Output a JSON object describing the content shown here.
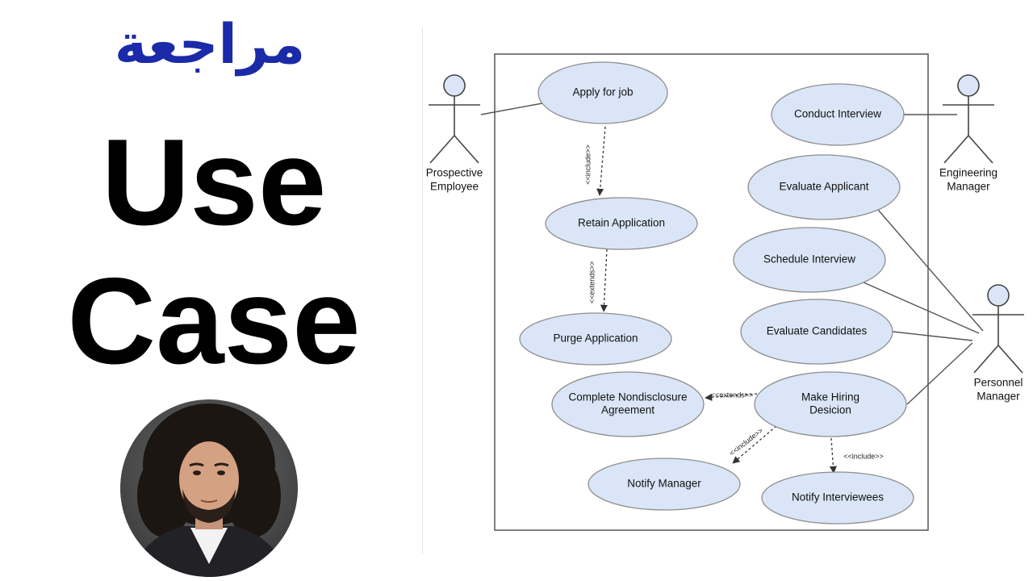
{
  "header": {
    "arabic_title": "مراجعة",
    "title_line1": "Use",
    "title_line2": "Case"
  },
  "presenter": {
    "photo": "presenter-photo"
  },
  "colors": {
    "arabic_title": "#1a2aa8",
    "use_case_fill": "#dae6f7",
    "use_case_stroke": "#8e8e8e",
    "actor_fill": "#dae6f7",
    "line": "#555555"
  },
  "diagram": {
    "actors": [
      {
        "id": "prospective",
        "lines": [
          "Prospective",
          "Employee"
        ]
      },
      {
        "id": "engineering",
        "lines": [
          "Engineering",
          "Manager"
        ]
      },
      {
        "id": "personnel",
        "lines": [
          "Personnel",
          "Manager"
        ]
      }
    ],
    "use_cases": [
      {
        "id": "apply",
        "lines": [
          "Apply for job"
        ]
      },
      {
        "id": "retain",
        "lines": [
          "Retain Application"
        ]
      },
      {
        "id": "purge",
        "lines": [
          "Purge Application"
        ]
      },
      {
        "id": "conduct",
        "lines": [
          "Conduct Interview"
        ]
      },
      {
        "id": "evalapp",
        "lines": [
          "Evaluate Applicant"
        ]
      },
      {
        "id": "schedule",
        "lines": [
          "Schedule Interview"
        ]
      },
      {
        "id": "evalcand",
        "lines": [
          "Evaluate Candidates"
        ]
      },
      {
        "id": "hiring",
        "lines": [
          "Make Hiring",
          "Desicion"
        ]
      },
      {
        "id": "nda",
        "lines": [
          "Complete Nondisclosure",
          "Agreement"
        ]
      },
      {
        "id": "notifymgr",
        "lines": [
          "Notify Manager"
        ]
      },
      {
        "id": "notifyint",
        "lines": [
          "Notify Interviewees"
        ]
      }
    ],
    "associations": [
      {
        "actor": "prospective",
        "use_case": "apply"
      },
      {
        "actor": "engineering",
        "use_case": "conduct"
      },
      {
        "actor": "personnel",
        "use_case": "evalapp"
      },
      {
        "actor": "personnel",
        "use_case": "schedule"
      },
      {
        "actor": "personnel",
        "use_case": "evalcand"
      },
      {
        "actor": "personnel",
        "use_case": "hiring"
      }
    ],
    "relationships": [
      {
        "from": "apply",
        "to": "retain",
        "label": "<<include>>"
      },
      {
        "from": "retain",
        "to": "purge",
        "label": "<<extends>>"
      },
      {
        "from": "hiring",
        "to": "nda",
        "label": "<<extends>>"
      },
      {
        "from": "hiring",
        "to": "notifymgr",
        "label": "<<include>>"
      },
      {
        "from": "hiring",
        "to": "notifyint",
        "label": "<<include>>"
      }
    ]
  }
}
